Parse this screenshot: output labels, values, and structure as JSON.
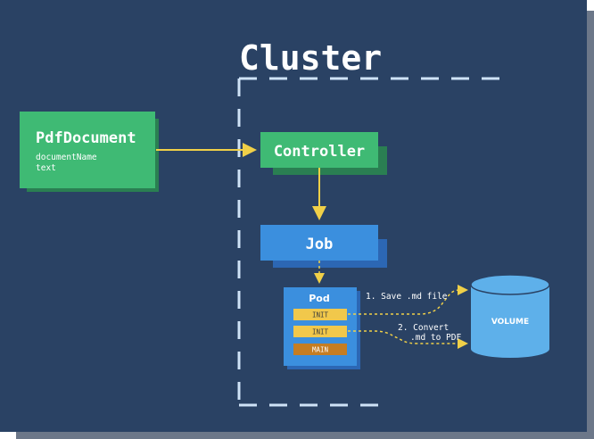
{
  "title": "Cluster",
  "pdf_document": {
    "label": "PdfDocument",
    "fields": [
      "documentName",
      "text"
    ]
  },
  "controller": {
    "label": "Controller"
  },
  "job": {
    "label": "Job"
  },
  "pod": {
    "label": "Pod",
    "containers": [
      "INIT",
      "INIT",
      "MAIN"
    ]
  },
  "volume": {
    "label": "VOLUME"
  },
  "steps": {
    "save": "1. Save .md file",
    "convert_line1": "2. Convert",
    "convert_line2": ".md to PDF"
  },
  "colors": {
    "background": "#2a4264",
    "green": "#3fba74",
    "green_shadow": "#2a7f52",
    "blue": "#3b8fde",
    "blue_shadow": "#2c67b4",
    "yellow": "#f0d048",
    "init_fill": "#f1c84b",
    "main_fill": "#c57d22",
    "dashed": "#cfe3f7",
    "volume": "#5eb0ea",
    "outer_shadow": "#6c7789"
  }
}
